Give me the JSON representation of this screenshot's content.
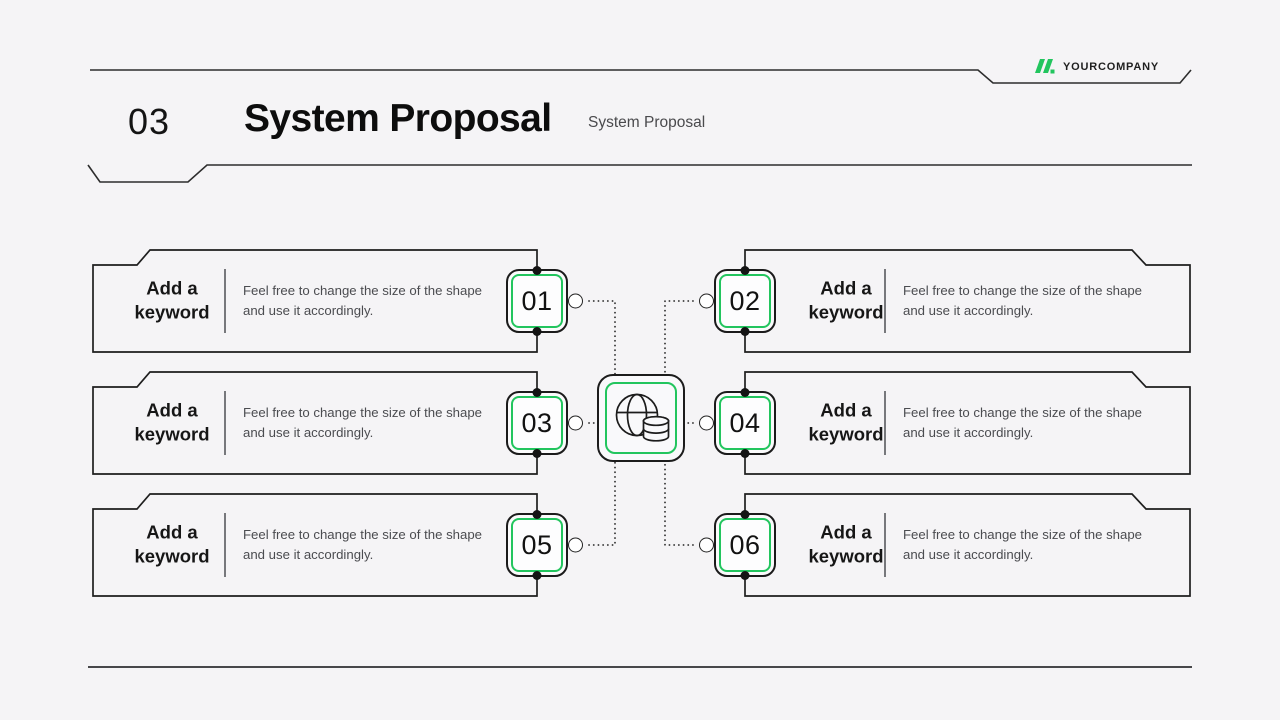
{
  "slide": {
    "background": "#f5f4f6",
    "accent_green": "#22c55e",
    "line_color": "#1e1e1e"
  },
  "header": {
    "logo_text": "YOURCOMPANY",
    "logo_icon": "double-slash-icon",
    "section_number": "03",
    "title": "System Proposal",
    "subtitle": "System Proposal"
  },
  "hub": {
    "icon": "globe-database-icon"
  },
  "cards": [
    {
      "number": "01",
      "side": "left",
      "keyword": "Add a keyword",
      "description": "Feel free to change the size of the shape and use it accordingly."
    },
    {
      "number": "02",
      "side": "right",
      "keyword": "Add a keyword",
      "description": "Feel free to change the size of the shape and use it accordingly."
    },
    {
      "number": "03",
      "side": "left",
      "keyword": "Add a keyword",
      "description": "Feel free to change the size of the shape and use it accordingly."
    },
    {
      "number": "04",
      "side": "right",
      "keyword": "Add a keyword",
      "description": "Feel free to change the size of the shape and use it accordingly."
    },
    {
      "number": "05",
      "side": "left",
      "keyword": "Add a keyword",
      "description": "Feel free to change the size of the shape and use it accordingly."
    },
    {
      "number": "06",
      "side": "right",
      "keyword": "Add a keyword",
      "description": "Feel free to change the size of the shape and use it accordingly."
    }
  ]
}
